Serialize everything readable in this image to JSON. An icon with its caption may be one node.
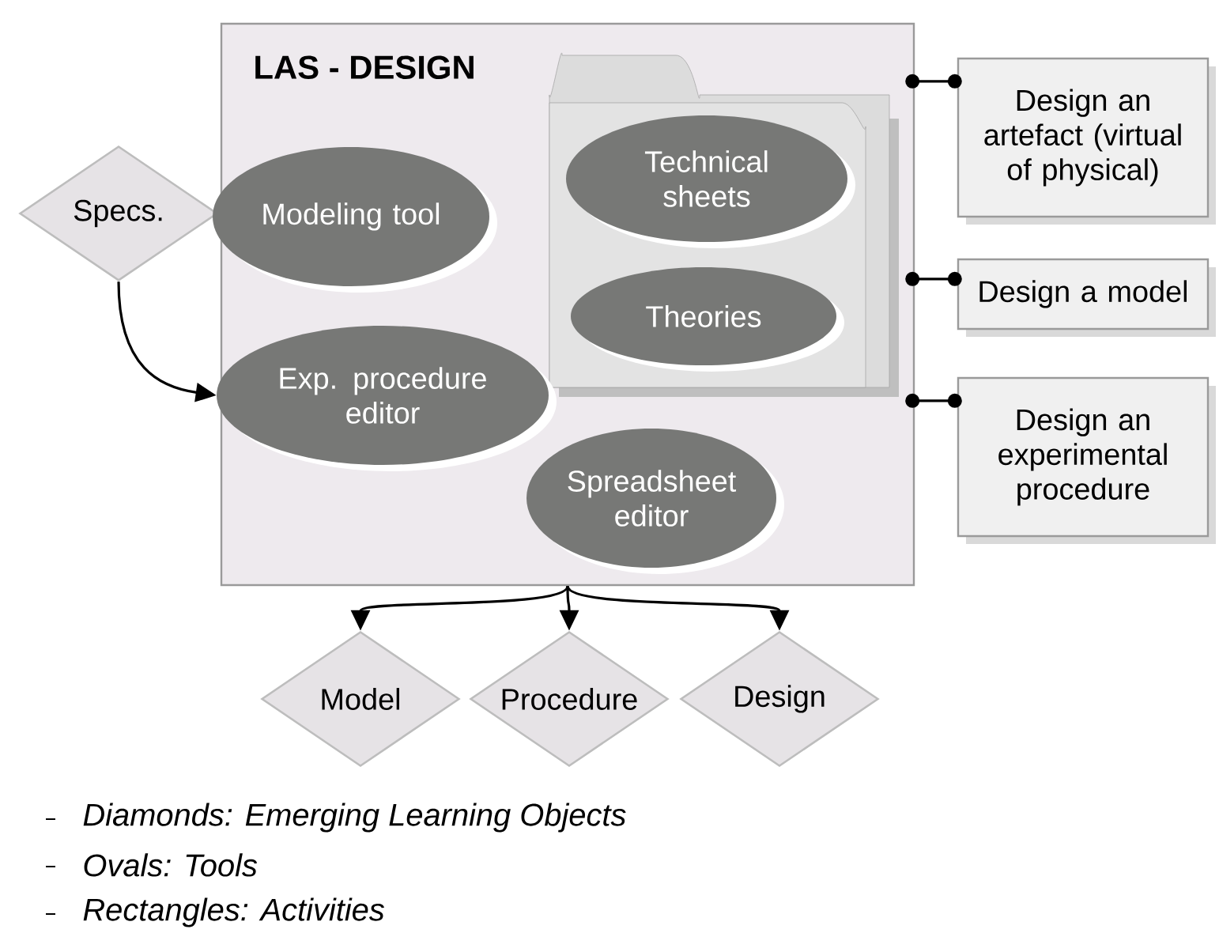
{
  "diagram": {
    "nodes": [
      {
        "text": [
          "LAS - DESIGN"
        ]
      },
      {
        "text": [
          "Specs."
        ]
      },
      {
        "text": [
          "Modeling tool"
        ],
        "in": 0
      },
      {
        "text": [],
        "shape": "folder",
        "in": 0
      },
      {
        "text": [
          "Technical sheets"
        ],
        "in": 3
      },
      {
        "text": [
          "Theories"
        ],
        "in": 3
      },
      {
        "text": [
          "Exp. procedure editor"
        ],
        "in": 0
      },
      {
        "text": [
          "Spreadsheet editor"
        ],
        "in": 0
      },
      {
        "text": [
          "Design an artefact (virtual of physical)"
        ]
      },
      {
        "text": [
          "Design a model"
        ]
      },
      {
        "text": [
          "Design an experimental procedure"
        ]
      },
      {
        "text": [
          "Model"
        ]
      },
      {
        "text": [
          "Procedure"
        ]
      },
      {
        "text": [
          "Design"
        ]
      }
    ],
    "edges": [
      {
        "from": 1,
        "to": 6,
        "arrow": "to"
      },
      {
        "from": 0,
        "to": 11,
        "arrow": "to"
      },
      {
        "from": 0,
        "to": 12,
        "arrow": "to"
      },
      {
        "from": 0,
        "to": 13,
        "arrow": "to"
      },
      {
        "from": 0,
        "to": 8,
        "arrow": "other"
      },
      {
        "from": 0,
        "to": 9,
        "arrow": "other"
      },
      {
        "from": 0,
        "to": 10,
        "arrow": "other"
      }
    ],
    "labels": [
      "Diamonds: Emerging Learning Objects",
      "Ovals: Tools",
      "Rectangles: Activities"
    ]
  }
}
